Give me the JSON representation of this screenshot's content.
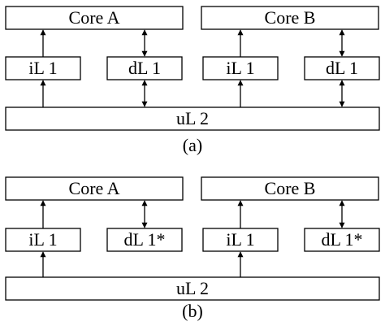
{
  "panel_a": {
    "core_a": "Core A",
    "core_b": "Core B",
    "il_a": "iL 1",
    "dl_a": "dL 1",
    "il_b": "iL 1",
    "dl_b": "dL 1",
    "ul": "uL 2",
    "caption": "(a)"
  },
  "panel_b": {
    "core_a": "Core A",
    "core_b": "Core B",
    "il_a": "iL 1",
    "dl_a": "dL 1*",
    "il_b": "iL 1",
    "dl_b": "dL 1*",
    "ul": "uL 2",
    "caption": "(b)"
  }
}
